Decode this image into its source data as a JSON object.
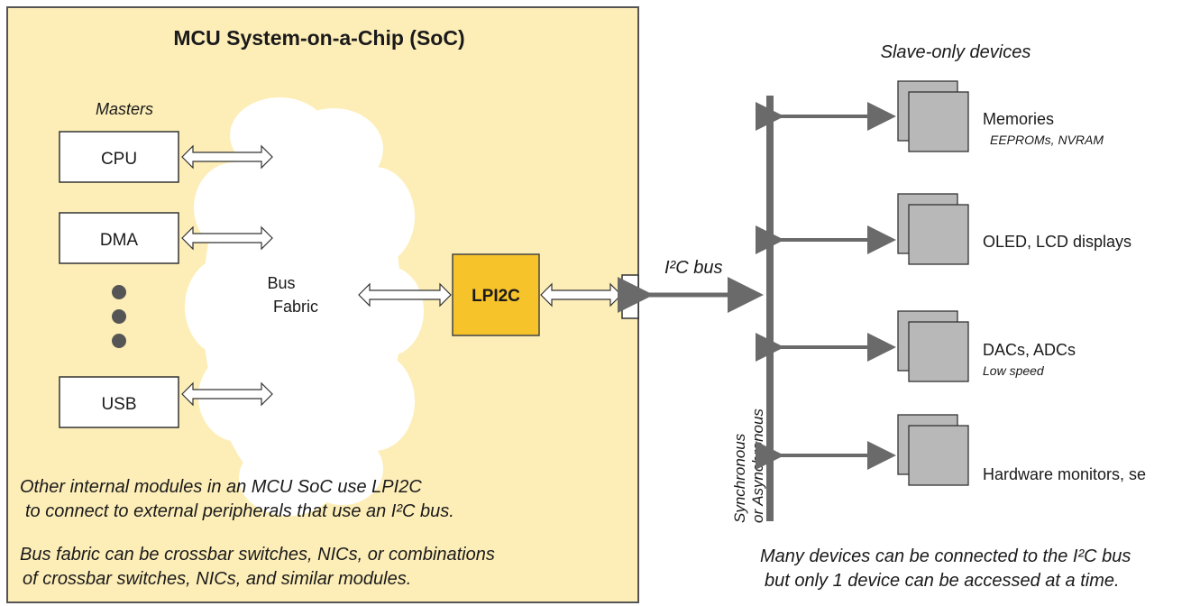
{
  "soc": {
    "title": "MCU System-on-a-Chip (SoC)",
    "masters_label": "Masters",
    "masters": [
      "CPU",
      "DMA",
      "USB"
    ],
    "fabric_line1": "Bus",
    "fabric_line2": "Fabric",
    "lpi2c_label": "LPI2C",
    "note1_line1": "Other internal modules in an MCU SoC use LPI2C",
    "note1_line2": "to connect to external peripherals that use an I²C bus.",
    "note2_line1": "Bus fabric can be crossbar switches, NICs, or combinations",
    "note2_line2": "of crossbar switches, NICs, and similar modules."
  },
  "bus": {
    "label": "I²C bus",
    "vertical_line1": "Synchronous",
    "vertical_line2": "or Asynchronous"
  },
  "slaves": {
    "title": "Slave-only devices",
    "devices": [
      {
        "name": "Memories",
        "sub": "EEPROMs, NVRAM"
      },
      {
        "name": "OLED, LCD displays",
        "sub": ""
      },
      {
        "name": "DACs, ADCs",
        "sub": "Low speed"
      },
      {
        "name": "Hardware monitors, se",
        "sub": ""
      }
    ],
    "footer_line1": "Many devices can be connected to the I²C bus",
    "footer_line2": "but only 1 device can be accessed at a time."
  },
  "colors": {
    "soc_fill": "#fdeeb8",
    "lpi2c_fill": "#f6c32a",
    "device_fill": "#b8b8b8",
    "arrow_gray": "#6a6a6a",
    "cloud": "#ffffff"
  }
}
